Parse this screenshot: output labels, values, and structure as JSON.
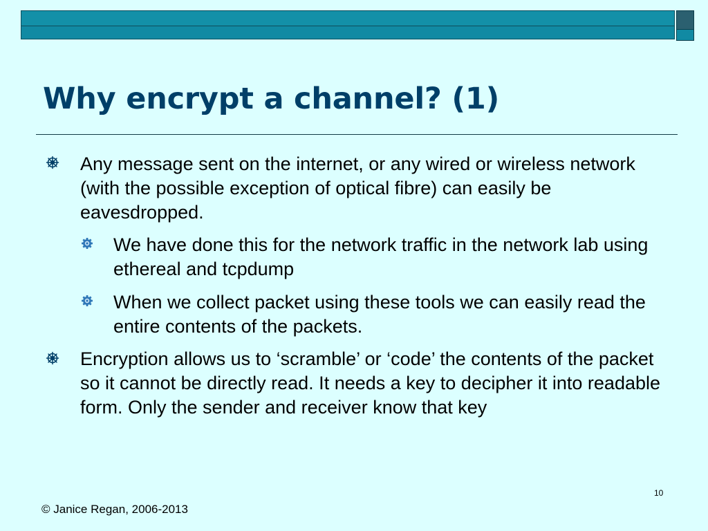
{
  "slide": {
    "title": "Why encrypt a channel? (1)",
    "bullets": [
      {
        "level": 1,
        "marker_icon": "wheel-icon",
        "text": "Any message sent on the internet, or any wired or wireless network (with the possible exception of optical fibre) can easily be eavesdropped."
      },
      {
        "level": 2,
        "marker_icon": "gear-icon",
        "text": "We have done this for the network traffic in the network lab using ethereal and tcpdump"
      },
      {
        "level": 2,
        "marker_icon": "gear-icon",
        "text": "When we collect packet using these tools we can easily read the entire contents of the packets."
      },
      {
        "level": 1,
        "marker_icon": "wheel-icon",
        "text": "Encryption allows us to ‘scramble’ or ‘code’ the contents of the packet so it cannot be directly read. It needs a key to decipher it into readable form. Only the sender and receiver know that key"
      }
    ],
    "footer": "© Janice Regan, 2006-2013",
    "page_number": "10"
  },
  "colors": {
    "background": "#dcffff",
    "title": "#003f68",
    "band": "#118aa3",
    "corner": "#2b6070"
  }
}
